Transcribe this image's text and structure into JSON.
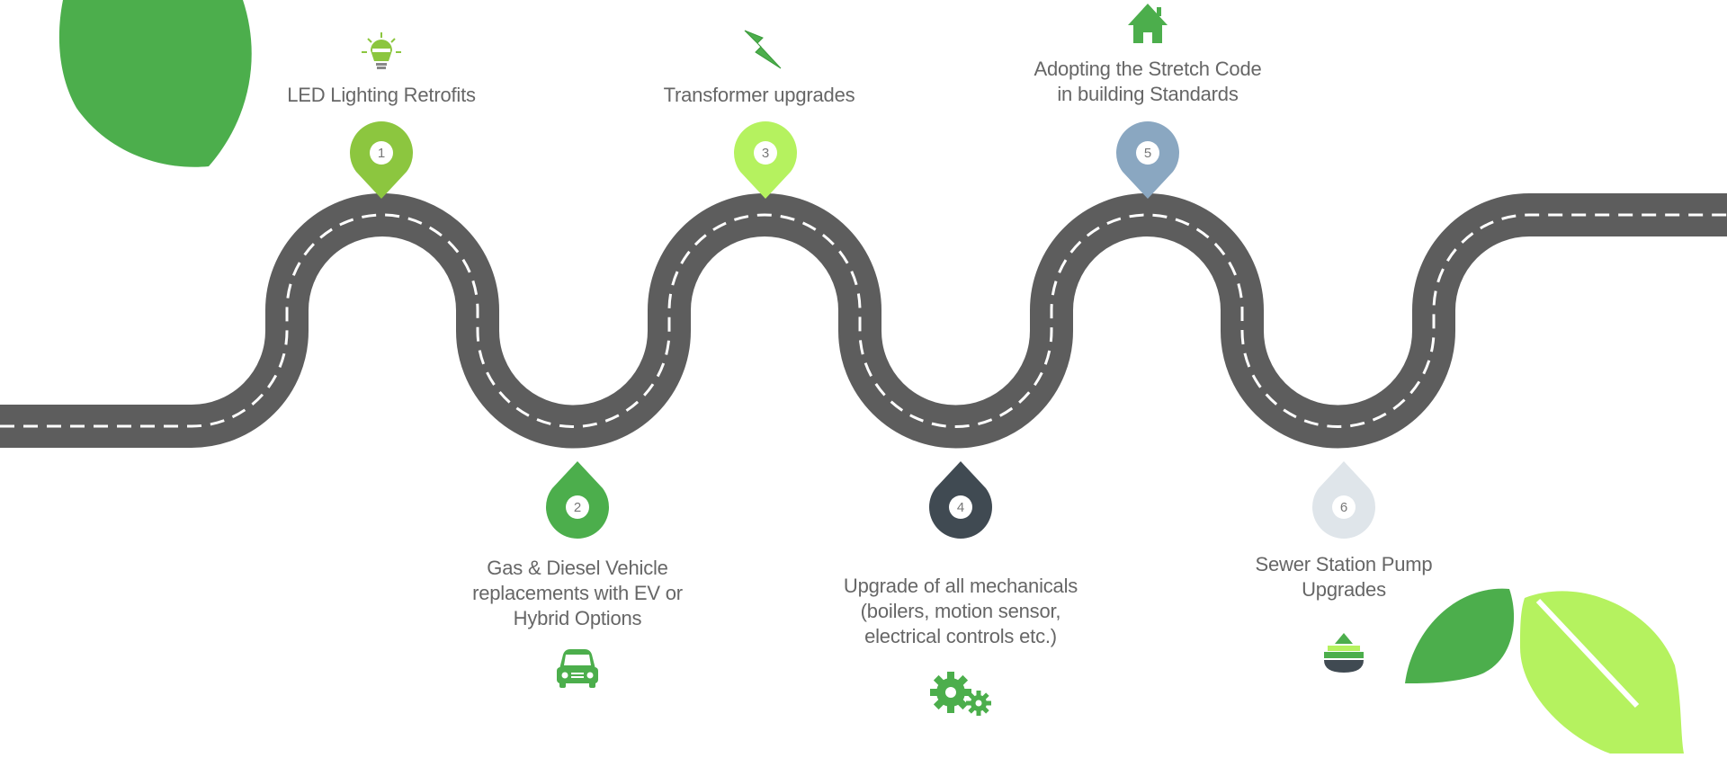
{
  "milestones": [
    {
      "number": "1",
      "label": "LED Lighting Retrofits",
      "pin_color": "#8cc63f",
      "icon": "lightbulb-icon"
    },
    {
      "number": "2",
      "label": "Gas & Diesel Vehicle\nreplacements with EV or\nHybrid Options",
      "pin_color": "#4cae4c",
      "icon": "car-icon"
    },
    {
      "number": "3",
      "label": "Transformer upgrades",
      "pin_color": "#b5f25f",
      "icon": "lightning-bolt-icon"
    },
    {
      "number": "4",
      "label": "Upgrade of all mechanicals\n(boilers, motion sensor,\nelectrical controls etc.)",
      "pin_color": "#404a52",
      "icon": "gears-icon"
    },
    {
      "number": "5",
      "label": "Adopting the Stretch Code\nin building Standards",
      "pin_color": "#8aa7c1",
      "icon": "house-icon"
    },
    {
      "number": "6",
      "label": "Sewer Station Pump\nUpgrades",
      "pin_color": "#dfe5ea",
      "icon": "pump-station-icon"
    }
  ],
  "colors": {
    "road": "#5d5d5d",
    "lane_marking": "#ffffff",
    "leaf_dark": "#4cae4c",
    "leaf_light": "#b5f25f",
    "text": "#666666"
  }
}
